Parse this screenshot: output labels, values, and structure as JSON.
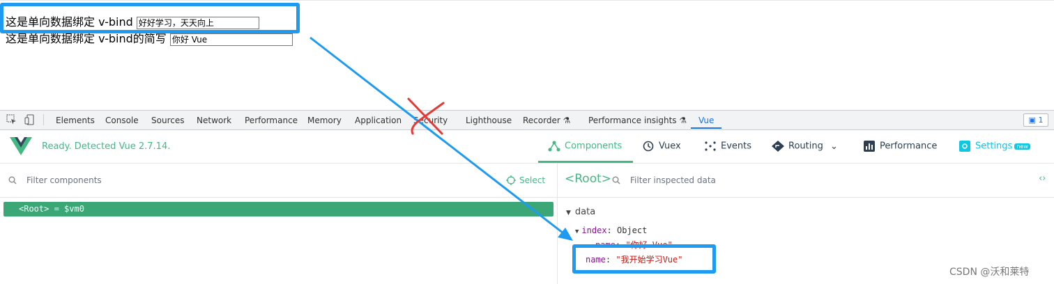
{
  "page": {
    "line1_label": "这是单向数据绑定 v-bind",
    "line1_value": "好好学习，天天向上",
    "line2_label": "这是单向数据绑定 v-bind的简写",
    "line2_value": "你好 Vue"
  },
  "devtools_tabs": [
    "Elements",
    "Console",
    "Sources",
    "Network",
    "Performance",
    "Memory",
    "Application",
    "Security",
    "Lighthouse",
    "Recorder ⚗",
    "Performance insights ⚗",
    "Vue"
  ],
  "issues_count": "1",
  "vue": {
    "status": "Ready. Detected Vue 2.7.14.",
    "nav": {
      "components": "Components",
      "vuex": "Vuex",
      "events": "Events",
      "routing": "Routing",
      "performance": "Performance",
      "settings": "Settings",
      "settings_badge": "new"
    },
    "filter_placeholder": "Filter components",
    "select_label": "Select",
    "root_row": "<Root> = $vm0",
    "inspector": {
      "title": "<Root>",
      "filter_placeholder": "Filter inspected data",
      "section": "data",
      "index_key": "index",
      "index_type": "Object",
      "name1_key": "name",
      "name1_val": "\"你好 Vue\"",
      "name2_key": "name",
      "name2_val": "\"我开始学习Vue\""
    }
  },
  "watermark": "CSDN @沃和莱特",
  "colors": {
    "vue_green": "#42b883",
    "annotation_blue": "#1e9bf0",
    "annotation_red": "#e53935"
  }
}
